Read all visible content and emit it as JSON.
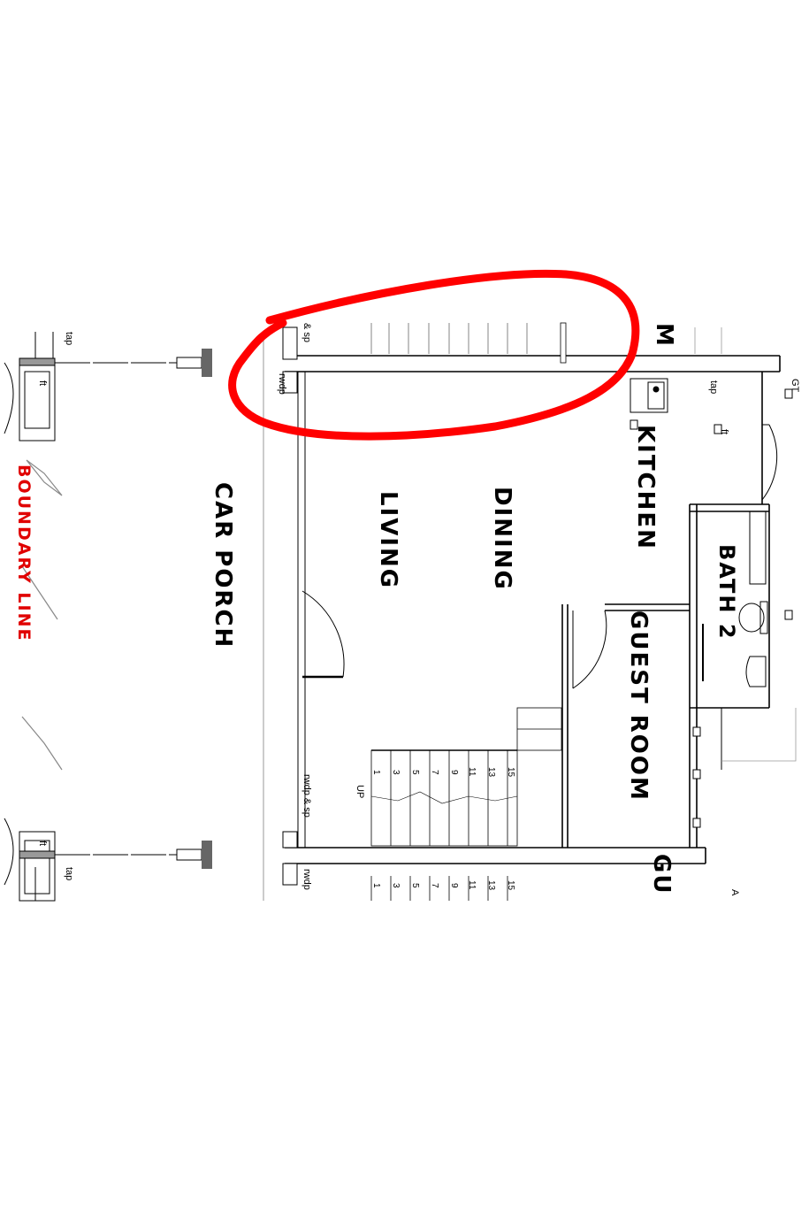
{
  "rooms": {
    "car_porch": "CAR PORCH",
    "living": "LIVING",
    "dining": "DINING",
    "kitchen": "KITCHEN",
    "bath2": "BATH 2",
    "guest_room": "GUEST ROOM",
    "partial_top": "M",
    "partial_bottom": "GU"
  },
  "boundary_label": "BOUNDARY LINE",
  "labels": {
    "tap": "tap",
    "ft": "ft",
    "rwdp": "rwdp",
    "rwdp_sp": "rwdp & sp",
    "sp_partial": "& sp",
    "gt": "GT",
    "up": "UP",
    "a_partial": "A"
  },
  "stair_numbers": [
    "1",
    "3",
    "5",
    "7",
    "9",
    "11",
    "13",
    "15"
  ],
  "colors": {
    "annotation": "#ff0000",
    "boundary": "#e00000",
    "ink": "#000000",
    "column": "#666666"
  }
}
